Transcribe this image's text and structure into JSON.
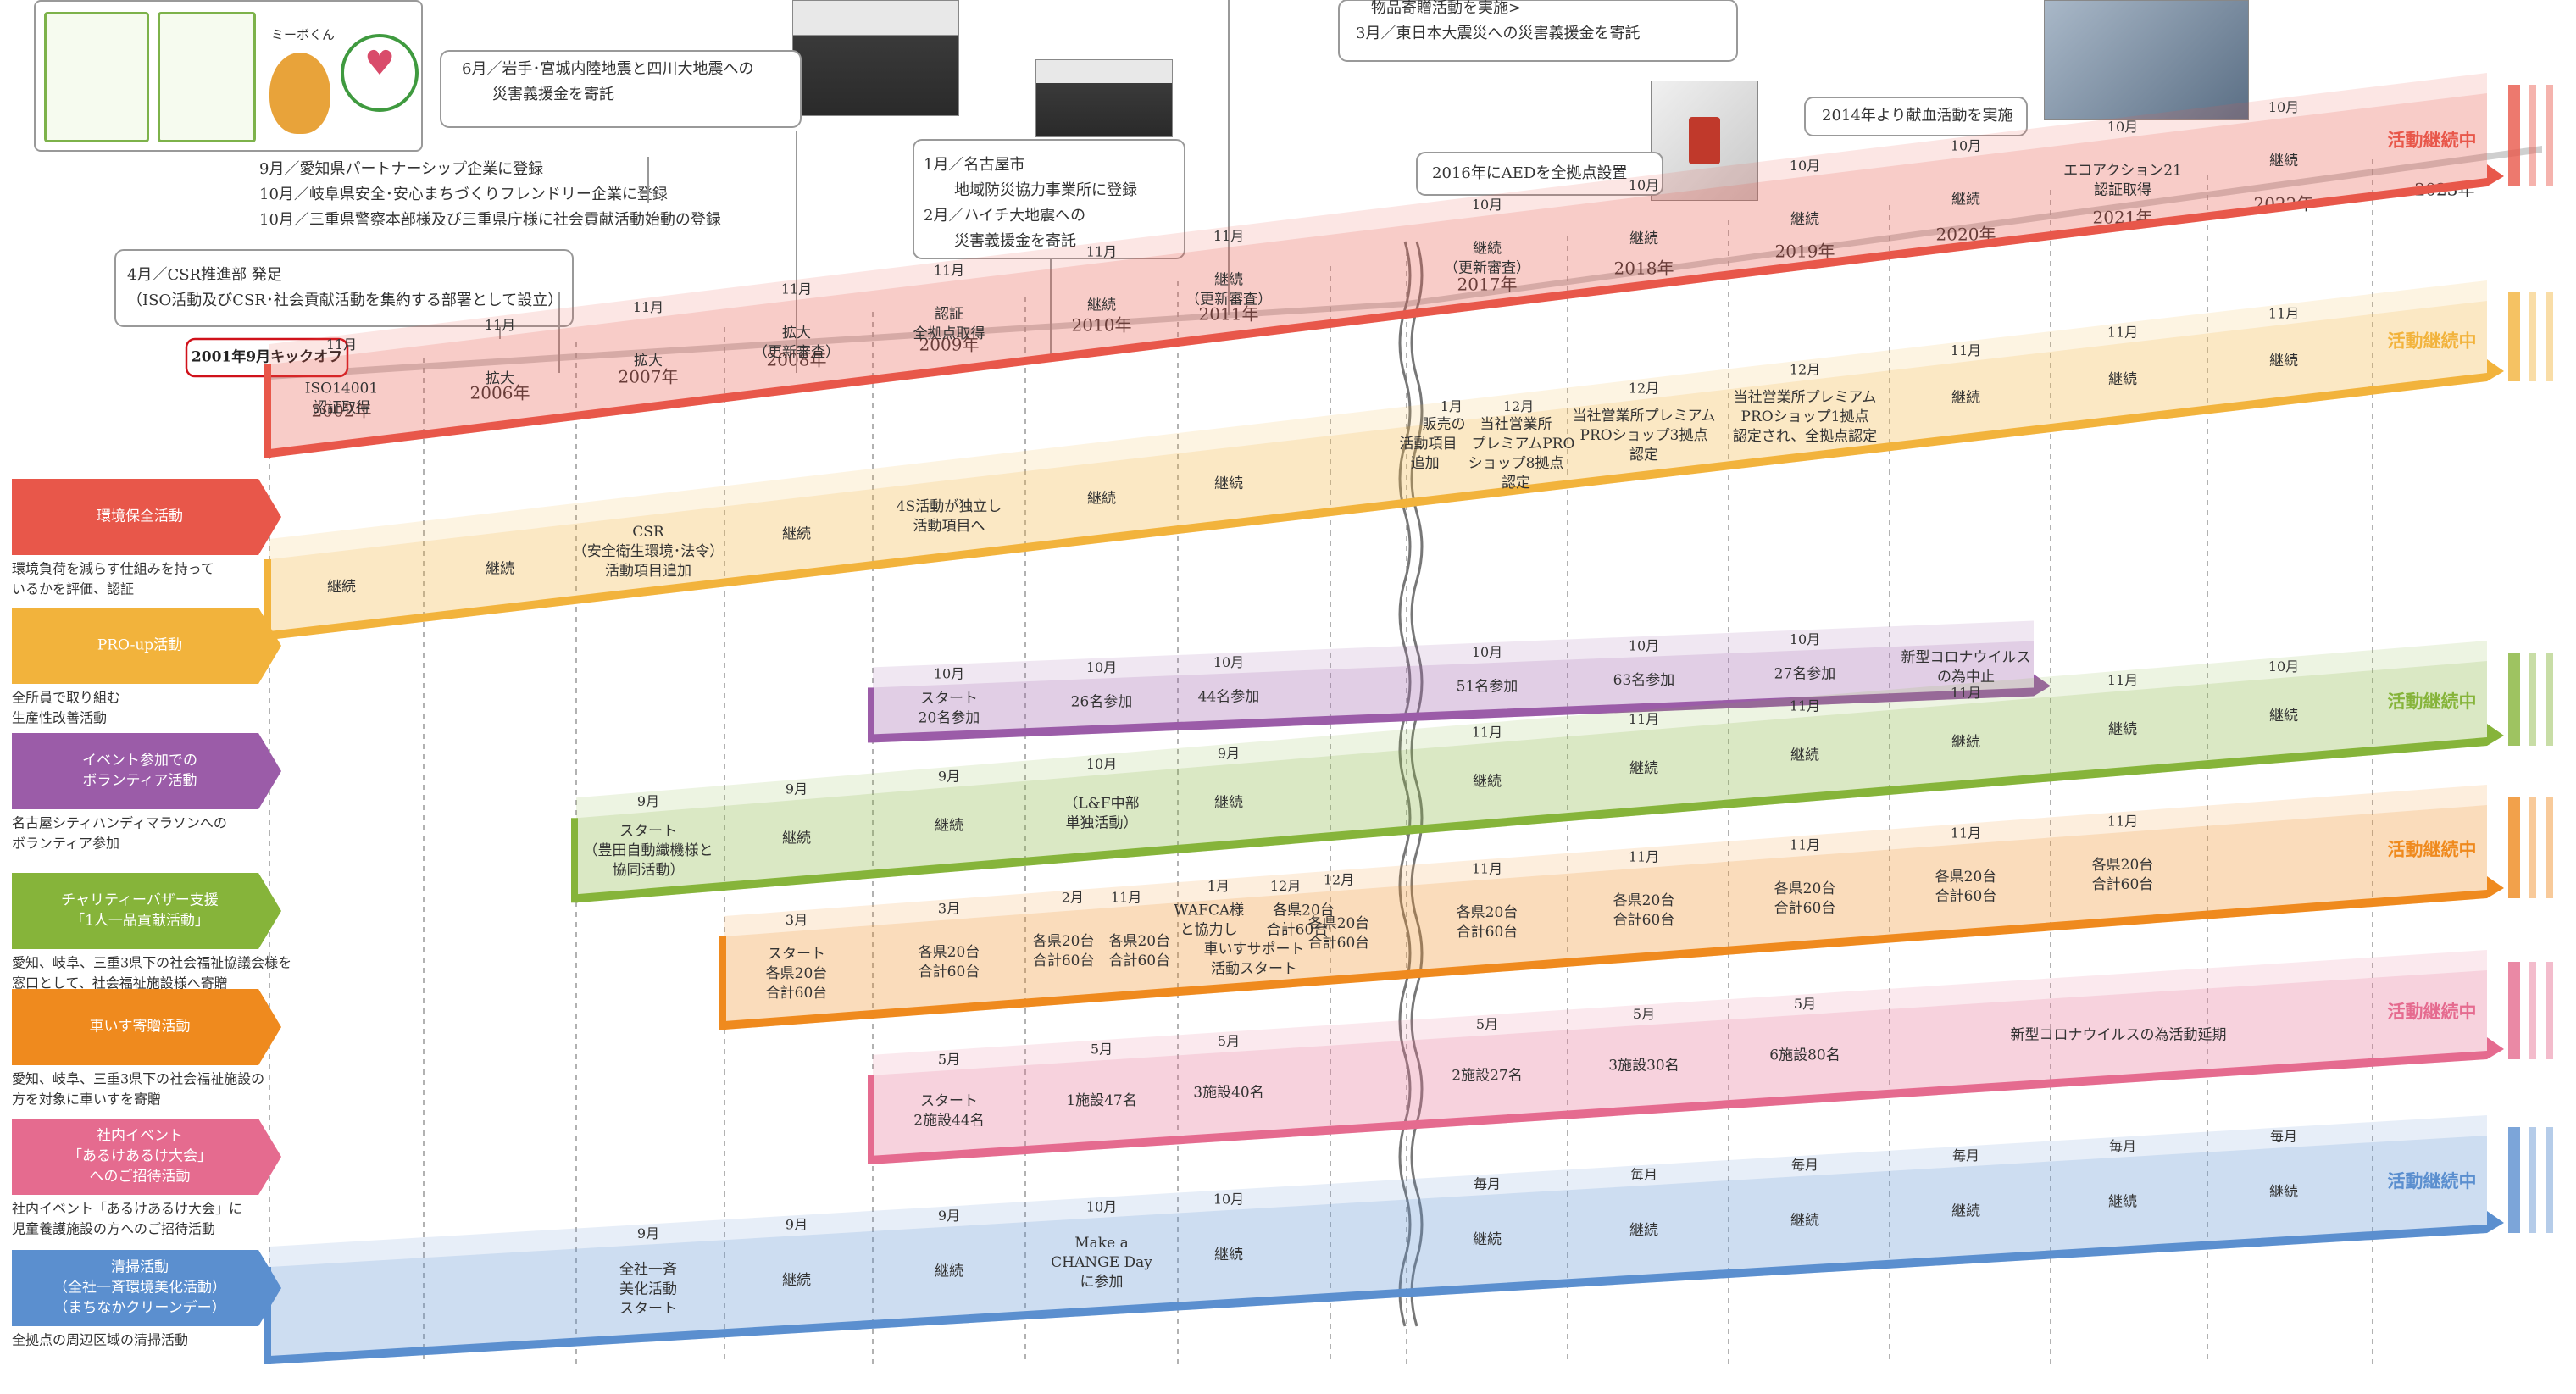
{
  "mascot_label": "ミーボくん",
  "kickoff_label": "2001年9月キックオフ",
  "notes_top": [
    {
      "lines": [
        "9月／愛知県パートナーシップ企業に登録",
        "10月／岐阜県安全･安心まちづくりフレンドリー企業に登録",
        "10月／三重県警察本部様及び三重県庁様に社会貢献活動始動の登録"
      ]
    },
    {
      "lines": [
        "4月／CSR推進部 発足",
        "（ISO活動及びCSR･社会貢献活動を集約する部署として設立）"
      ]
    },
    {
      "lines": [
        "6月／岩手･宮城内陸地震と四川大地震への",
        "　　災害義援金を寄託"
      ]
    },
    {
      "lines": [
        "1月／名古屋市",
        "　　地域防災協力事業所に登録",
        "2月／ハイチ大地震への",
        "　　災害義援金を寄託"
      ]
    },
    {
      "lines": [
        "　物品寄贈活動を実施>",
        "3月／東日本大震災への災害義援金を寄託"
      ]
    },
    {
      "lines": [
        "2016年にAEDを全拠点設置"
      ]
    },
    {
      "lines": [
        "2014年より献血活動を実施"
      ]
    }
  ],
  "years": [
    "2002年",
    "2006年",
    "2007年",
    "2008年",
    "2009年",
    "2010年",
    "2011年",
    "2017年",
    "2018年",
    "2019年",
    "2020年",
    "2021年",
    "2022年",
    "2023年"
  ],
  "ongoing_label": "活動継続中",
  "colors": {
    "env": "#e8574a",
    "pro": "#f2b33c",
    "volunteer": "#9b5ca8",
    "bazaar": "#86b43a",
    "wheelchair": "#ef8a1e",
    "invite": "#e56b8f",
    "clean": "#5b8fcf"
  },
  "categories": [
    {
      "key": "env",
      "label": [
        "環境保全活動"
      ],
      "desc": [
        "環境負荷を減らす仕組みを持って",
        "いるかを評価、認証"
      ]
    },
    {
      "key": "pro",
      "label": [
        "PRO-up活動"
      ],
      "desc": [
        "全所員で取り組む",
        "生産性改善活動"
      ]
    },
    {
      "key": "volunteer",
      "label": [
        "イベント参加での",
        "ボランティア活動"
      ],
      "desc": [
        "名古屋シティハンディマラソンへの",
        "ボランティア参加"
      ]
    },
    {
      "key": "bazaar",
      "label": [
        "チャリティーバザー支援",
        "「1人一品貢献活動」"
      ],
      "desc": [
        "愛知、岐阜、三重3県下の社会福祉協議会様を",
        "窓口として、社会福祉施設様へ寄贈"
      ]
    },
    {
      "key": "wheelchair",
      "label": [
        "車いす寄贈活動"
      ],
      "desc": [
        "愛知、岐阜、三重3県下の社会福祉施設の",
        "方を対象に車いすを寄贈"
      ]
    },
    {
      "key": "invite",
      "label": [
        "社内イベント",
        "「あるけあるけ大会」",
        "へのご招待活動"
      ],
      "desc": [
        "社内イベント「あるけあるけ大会」に",
        "児童養護施設の方へのご招待活動"
      ]
    },
    {
      "key": "clean",
      "label": [
        "清掃活動",
        "（全社一斉環境美化活動）",
        "（まちなかクリーンデー）"
      ],
      "desc": [
        "全拠点の周辺区域の清掃活動"
      ]
    }
  ],
  "env_cells": [
    {
      "m": "11月",
      "t": [
        "ISO14001",
        "認証取得"
      ]
    },
    {
      "m": "11月",
      "t": [
        "拡大"
      ]
    },
    {
      "m": "11月",
      "t": [
        "拡大"
      ]
    },
    {
      "m": "11月",
      "t": [
        "拡大",
        "（更新審査）"
      ]
    },
    {
      "m": "11月",
      "t": [
        "認証",
        "全拠点取得"
      ]
    },
    {
      "m": "11月",
      "t": [
        "継続"
      ]
    },
    {
      "m": "11月",
      "t": [
        "継続",
        "（更新審査）"
      ]
    },
    {
      "m": "10月",
      "t": [
        "継続",
        "（更新審査）"
      ]
    },
    {
      "m": "10月",
      "t": [
        "継続"
      ]
    },
    {
      "m": "10月",
      "t": [
        "継続"
      ]
    },
    {
      "m": "10月",
      "t": [
        "継続"
      ]
    },
    {
      "m": "10月",
      "t": [
        "エコアクション21",
        "認証取得"
      ]
    },
    {
      "m": "10月",
      "t": [
        "継続"
      ]
    }
  ],
  "pro_cells": [
    {
      "m": "",
      "t": [
        "継続"
      ]
    },
    {
      "m": "",
      "t": [
        "継続"
      ]
    },
    {
      "m": "",
      "t": [
        "CSR",
        "（安全衛生環境･法令）",
        "活動項目追加"
      ]
    },
    {
      "m": "",
      "t": [
        "継続"
      ]
    },
    {
      "m": "",
      "t": [
        "4S活動が独立し",
        "活動項目へ"
      ]
    },
    {
      "m": "",
      "t": [
        "継続"
      ]
    },
    {
      "m": "",
      "t": [
        "継続"
      ]
    },
    {
      "m": "1月　　　12月",
      "t": [
        "販売の　当社営業所",
        "活動項目　プレミアムPRO",
        "追加　　ショップ8拠点",
        "　　　　認定"
      ]
    },
    {
      "m": "12月",
      "t": [
        "当社営業所プレミアム",
        "PROショップ3拠点",
        "認定"
      ]
    },
    {
      "m": "12月",
      "t": [
        "当社営業所プレミアム",
        "PROショップ1拠点",
        "認定され、全拠点認定"
      ]
    },
    {
      "m": "11月",
      "t": [
        "継続"
      ]
    },
    {
      "m": "11月",
      "t": [
        "継続"
      ]
    },
    {
      "m": "11月",
      "t": [
        "継続"
      ]
    }
  ],
  "volunteer_cells": [
    {
      "m": "10月",
      "t": [
        "スタート",
        "20名参加"
      ]
    },
    {
      "m": "10月",
      "t": [
        "26名参加"
      ]
    },
    {
      "m": "10月",
      "t": [
        "44名参加"
      ]
    },
    {
      "m": "10月",
      "t": [
        "51名参加"
      ]
    },
    {
      "m": "10月",
      "t": [
        "63名参加"
      ]
    },
    {
      "m": "10月",
      "t": [
        "27名参加"
      ]
    },
    {
      "m": "",
      "t": [
        "新型コロナウイルス",
        "の為中止"
      ]
    }
  ],
  "bazaar_cells": [
    {
      "m": "9月",
      "t": [
        "スタート",
        "（豊田自動織機様と",
        "協同活動）"
      ]
    },
    {
      "m": "9月",
      "t": [
        "継続"
      ]
    },
    {
      "m": "9月",
      "t": [
        "継続"
      ]
    },
    {
      "m": "10月",
      "t": [
        "（L&F中部",
        "単独活動）"
      ]
    },
    {
      "m": "9月",
      "t": [
        "継続"
      ]
    },
    {
      "m": "11月",
      "t": [
        "継続"
      ]
    },
    {
      "m": "11月",
      "t": [
        "継続"
      ]
    },
    {
      "m": "11月",
      "t": [
        "継続"
      ]
    },
    {
      "m": "11月",
      "t": [
        "継続"
      ]
    },
    {
      "m": "11月",
      "t": [
        "継続"
      ]
    },
    {
      "m": "10月",
      "t": [
        "継続"
      ]
    }
  ],
  "wheelchair_cells": [
    {
      "m": "3月",
      "t": [
        "スタート",
        "各県20台",
        "合計60台"
      ]
    },
    {
      "m": "3月",
      "t": [
        "各県20台",
        "合計60台"
      ]
    },
    {
      "m": "2月　　11月",
      "t": [
        "各県20台　各県20台",
        "合計60台　合計60台"
      ]
    },
    {
      "m": "1月　　　12月",
      "t": [
        "WAFCA様　　各県20台",
        "と協力し　　合計60台",
        "車いすサポート",
        "活動スタート"
      ]
    },
    {
      "m": "12月",
      "t": [
        "各県20台",
        "合計60台"
      ]
    },
    {
      "m": "11月",
      "t": [
        "各県20台",
        "合計60台"
      ]
    },
    {
      "m": "11月",
      "t": [
        "各県20台",
        "合計60台"
      ]
    },
    {
      "m": "11月",
      "t": [
        "各県20台",
        "合計60台"
      ]
    },
    {
      "m": "11月",
      "t": [
        "各県20台",
        "合計60台"
      ]
    },
    {
      "m": "11月",
      "t": [
        "各県20台",
        "合計60台"
      ]
    }
  ],
  "invite_cells": [
    {
      "m": "5月",
      "t": [
        "スタート",
        "2施設44名"
      ]
    },
    {
      "m": "5月",
      "t": [
        "1施設47名"
      ]
    },
    {
      "m": "5月",
      "t": [
        "3施設40名"
      ]
    },
    {
      "m": "5月",
      "t": [
        "2施設27名"
      ]
    },
    {
      "m": "5月",
      "t": [
        "3施設30名"
      ]
    },
    {
      "m": "5月",
      "t": [
        "6施設80名"
      ]
    },
    {
      "m": "",
      "t": [
        "新型コロナウイルスの為活動延期"
      ]
    }
  ],
  "clean_cells": [
    {
      "m": "9月",
      "t": [
        "全社一斉",
        "美化活動",
        "スタート"
      ]
    },
    {
      "m": "9月",
      "t": [
        "継続"
      ]
    },
    {
      "m": "9月",
      "t": [
        "継続"
      ]
    },
    {
      "m": "10月",
      "t": [
        "Make a",
        "CHANGE Day",
        "に参加"
      ]
    },
    {
      "m": "10月",
      "t": [
        "継続"
      ]
    },
    {
      "m": "毎月",
      "t": [
        "継続"
      ]
    },
    {
      "m": "毎月",
      "t": [
        "継続"
      ]
    },
    {
      "m": "毎月",
      "t": [
        "継続"
      ]
    },
    {
      "m": "毎月",
      "t": [
        "継続"
      ]
    },
    {
      "m": "毎月",
      "t": [
        "継続"
      ]
    },
    {
      "m": "毎月",
      "t": [
        "継続"
      ]
    }
  ]
}
